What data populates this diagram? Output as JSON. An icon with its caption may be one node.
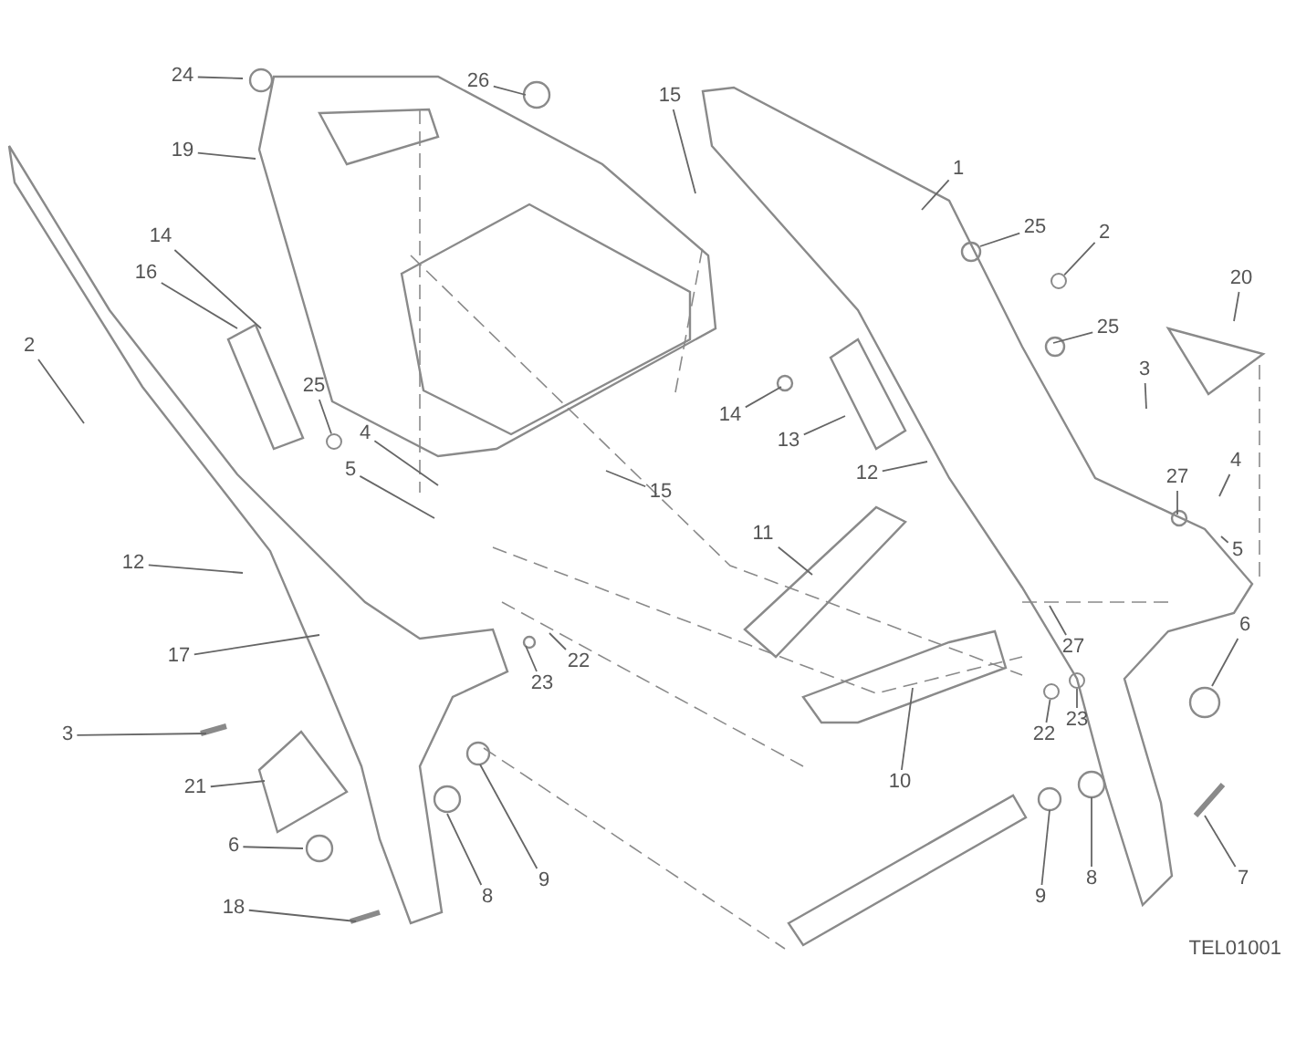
{
  "diagram": {
    "nodes": [
      {
        "text": [
          "24"
        ]
      },
      {
        "text": [
          "26"
        ]
      },
      {
        "text": [
          "19"
        ]
      },
      {
        "text": [
          "15"
        ]
      },
      {
        "text": [
          "1"
        ]
      },
      {
        "text": [
          "14"
        ]
      },
      {
        "text": [
          "16"
        ]
      },
      {
        "text": [
          "2"
        ]
      },
      {
        "text": [
          "25"
        ]
      },
      {
        "text": [
          "2"
        ]
      },
      {
        "text": [
          "25"
        ]
      },
      {
        "text": [
          "20"
        ]
      },
      {
        "text": [
          "25"
        ]
      },
      {
        "text": [
          "4"
        ]
      },
      {
        "text": [
          "5"
        ]
      },
      {
        "text": [
          "14"
        ]
      },
      {
        "text": [
          "3"
        ]
      },
      {
        "text": [
          "13"
        ]
      },
      {
        "text": [
          "4"
        ]
      },
      {
        "text": [
          "15"
        ]
      },
      {
        "text": [
          "12"
        ]
      },
      {
        "text": [
          "27"
        ]
      },
      {
        "text": [
          "5"
        ]
      },
      {
        "text": [
          "12"
        ]
      },
      {
        "text": [
          "11"
        ]
      },
      {
        "text": [
          "17"
        ]
      },
      {
        "text": [
          "23"
        ]
      },
      {
        "text": [
          "22"
        ]
      },
      {
        "text": [
          "27"
        ]
      },
      {
        "text": [
          "6"
        ]
      },
      {
        "text": [
          "3"
        ]
      },
      {
        "text": [
          "21"
        ]
      },
      {
        "text": [
          "23"
        ]
      },
      {
        "text": [
          "22"
        ]
      },
      {
        "text": [
          "10"
        ]
      },
      {
        "text": [
          "6"
        ]
      },
      {
        "text": [
          "8"
        ]
      },
      {
        "text": [
          "9"
        ]
      },
      {
        "text": [
          "9"
        ]
      },
      {
        "text": [
          "8"
        ]
      },
      {
        "text": [
          "18"
        ]
      },
      {
        "text": [
          "7"
        ]
      },
      {
        "text": [],
        "shape": "circle"
      },
      {
        "text": [],
        "shape": "circle"
      },
      {
        "text": [],
        "shape": "circle"
      },
      {
        "text": [],
        "shape": "circle"
      }
    ],
    "edges": [
      {
        "from": 0,
        "to": null,
        "arrow": "none"
      },
      {
        "from": 1,
        "to": null,
        "arrow": "none"
      },
      {
        "from": 2,
        "to": null,
        "arrow": "none"
      },
      {
        "from": 3,
        "to": null,
        "arrow": "none"
      },
      {
        "from": 4,
        "to": null,
        "arrow": "none"
      },
      {
        "from": 5,
        "to": null,
        "arrow": "none"
      },
      {
        "from": 6,
        "to": null,
        "arrow": "none"
      },
      {
        "from": 7,
        "to": null,
        "arrow": "none"
      },
      {
        "from": 8,
        "to": null,
        "arrow": "none"
      },
      {
        "from": 9,
        "to": 42,
        "arrow": "none"
      },
      {
        "from": 10,
        "to": null,
        "arrow": "none"
      },
      {
        "from": 11,
        "to": null,
        "arrow": "none"
      },
      {
        "from": 12,
        "to": 43,
        "arrow": "none"
      },
      {
        "from": 13,
        "to": null,
        "arrow": "none"
      },
      {
        "from": 14,
        "to": null,
        "arrow": "none"
      },
      {
        "from": 15,
        "to": null,
        "arrow": "none"
      },
      {
        "from": 16,
        "to": null,
        "arrow": "none"
      },
      {
        "from": 17,
        "to": null,
        "arrow": "none"
      },
      {
        "from": 18,
        "to": null,
        "arrow": "none"
      },
      {
        "from": 19,
        "to": null,
        "arrow": "none"
      },
      {
        "from": 20,
        "to": null,
        "arrow": "none"
      },
      {
        "from": 21,
        "to": null,
        "arrow": "none"
      },
      {
        "from": 22,
        "to": null,
        "arrow": "none"
      },
      {
        "from": 23,
        "to": null,
        "arrow": "none"
      },
      {
        "from": 24,
        "to": null,
        "arrow": "none"
      },
      {
        "from": 25,
        "to": null,
        "arrow": "none"
      },
      {
        "from": 26,
        "to": null,
        "arrow": "none"
      },
      {
        "from": 27,
        "to": null,
        "arrow": "none"
      },
      {
        "from": 28,
        "to": null,
        "arrow": "none"
      },
      {
        "from": 29,
        "to": null,
        "arrow": "none"
      },
      {
        "from": 30,
        "to": null,
        "arrow": "none"
      },
      {
        "from": 31,
        "to": null,
        "arrow": "none"
      },
      {
        "from": 32,
        "to": 44,
        "arrow": "none"
      },
      {
        "from": 33,
        "to": 45,
        "arrow": "none"
      },
      {
        "from": 34,
        "to": null,
        "arrow": "none"
      },
      {
        "from": 35,
        "to": null,
        "arrow": "none"
      },
      {
        "from": 36,
        "to": null,
        "arrow": "none"
      },
      {
        "from": 37,
        "to": null,
        "arrow": "none"
      },
      {
        "from": 38,
        "to": null,
        "arrow": "none"
      },
      {
        "from": 39,
        "to": null,
        "arrow": "none"
      },
      {
        "from": 40,
        "to": null,
        "arrow": "none"
      },
      {
        "from": 41,
        "to": null,
        "arrow": "none"
      }
    ],
    "labels": [
      "TEL01001"
    ]
  }
}
